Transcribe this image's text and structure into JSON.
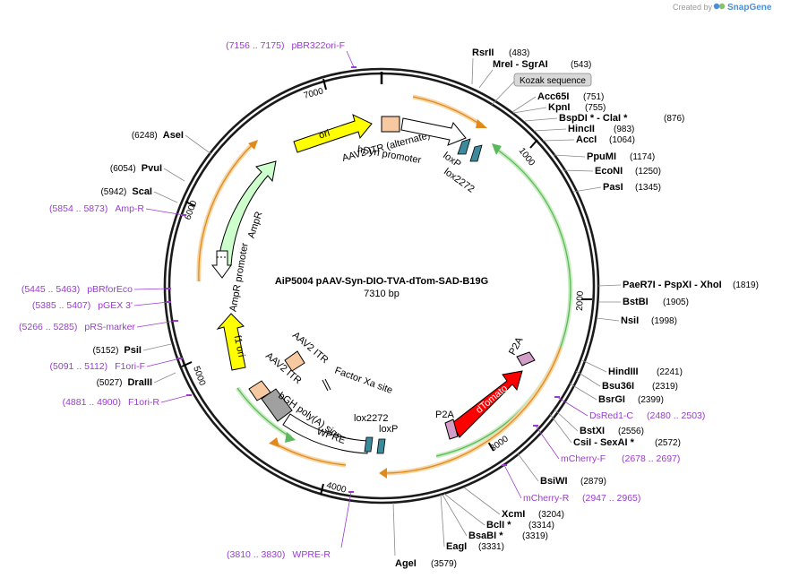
{
  "header": {
    "created_by": "Created by",
    "brand": "SnapGene"
  },
  "plasmid": {
    "name": "AiP5004 pAAV-Syn-DIO-TVA-dTom-SAD-B19G",
    "size": "7310 bp"
  },
  "ticks": [
    "1000",
    "2000",
    "3000",
    "4000",
    "5000",
    "6000",
    "7000"
  ],
  "sites": [
    {
      "id": "rsrii",
      "name": "RsrII",
      "pos": "(483)"
    },
    {
      "id": "mrei-sgrai",
      "name": "MreI  - SgrAI",
      "pos": "(543)"
    },
    {
      "id": "kozak",
      "name": "Kozak sequence"
    },
    {
      "id": "acc65i",
      "name": "Acc65I",
      "pos": "(751)"
    },
    {
      "id": "kpni",
      "name": "KpnI",
      "pos": "(755)"
    },
    {
      "id": "bspdi-clai",
      "name": "BspDI *  - ClaI *",
      "pos": "(876)"
    },
    {
      "id": "hincii",
      "name": "HincII",
      "pos": "(983)"
    },
    {
      "id": "acci",
      "name": "AccI",
      "pos": "(1064)"
    },
    {
      "id": "ppumi",
      "name": "PpuMI",
      "pos": "(1174)"
    },
    {
      "id": "econi",
      "name": "EcoNI",
      "pos": "(1250)"
    },
    {
      "id": "pasi",
      "name": "PasI",
      "pos": "(1345)"
    },
    {
      "id": "paer7i",
      "name": "PaeR7I  - PspXI  - XhoI",
      "pos": "(1819)"
    },
    {
      "id": "bstbi",
      "name": "BstBI",
      "pos": "(1905)"
    },
    {
      "id": "nsii",
      "name": "NsiI",
      "pos": "(1998)"
    },
    {
      "id": "hindiii",
      "name": "HindIII",
      "pos": "(2241)"
    },
    {
      "id": "bsu36i",
      "name": "Bsu36I",
      "pos": "(2319)"
    },
    {
      "id": "bsrgi",
      "name": "BsrGI",
      "pos": "(2399)"
    },
    {
      "id": "bstxi",
      "name": "BstXI",
      "pos": "(2556)"
    },
    {
      "id": "csii-sexai",
      "name": "CsiI  - SexAI *",
      "pos": "(2572)"
    },
    {
      "id": "bsiwi",
      "name": "BsiWI",
      "pos": "(2879)"
    },
    {
      "id": "xcmi",
      "name": "XcmI",
      "pos": "(3204)"
    },
    {
      "id": "bcli",
      "name": "BclI *",
      "pos": "(3314)"
    },
    {
      "id": "bsabi",
      "name": "BsaBI *",
      "pos": "(3319)"
    },
    {
      "id": "eagi",
      "name": "EagI",
      "pos": "(3331)"
    },
    {
      "id": "agei",
      "name": "AgeI",
      "pos": "(3579)"
    },
    {
      "id": "drai",
      "name": "DraIII",
      "pos": "(5027)"
    },
    {
      "id": "psii",
      "name": "PsiI",
      "pos": "(5152)"
    },
    {
      "id": "scai",
      "name": "ScaI",
      "pos": "(5942)"
    },
    {
      "id": "pvui",
      "name": "PvuI",
      "pos": "(6054)"
    },
    {
      "id": "asei",
      "name": "AseI",
      "pos": "(6248)"
    }
  ],
  "primers": [
    {
      "id": "pbr322ori-f",
      "name": "pBR322ori-F",
      "pos": "(7156 .. 7175)"
    },
    {
      "id": "amp-r",
      "name": "Amp-R",
      "pos": "(5854 .. 5873)"
    },
    {
      "id": "pbrforeco",
      "name": "pBRforEco",
      "pos": "(5445 .. 5463)"
    },
    {
      "id": "pgex3",
      "name": "pGEX 3'",
      "pos": "(5385 .. 5407)"
    },
    {
      "id": "prs-marker",
      "name": "pRS-marker",
      "pos": "(5266 .. 5285)"
    },
    {
      "id": "f1ori-f",
      "name": "F1ori-F",
      "pos": "(5091 .. 5112)"
    },
    {
      "id": "f1ori-r",
      "name": "F1ori-R",
      "pos": "(4881 .. 4900)"
    },
    {
      "id": "dsred1-c",
      "name": "DsRed1-C",
      "pos": "(2480 .. 2503)"
    },
    {
      "id": "mcherry-f",
      "name": "mCherry-F",
      "pos": "(2678 .. 2697)"
    },
    {
      "id": "mcherry-r",
      "name": "mCherry-R",
      "pos": "(2947 .. 2965)"
    },
    {
      "id": "wpre-r",
      "name": "WPRE-R",
      "pos": "(3810 .. 3830)"
    }
  ],
  "features": {
    "ori": "ori",
    "aav2_itr_alt": "AAV2 ITR (alternate)",
    "hsyn": "hSyn promoter",
    "loxp_top": "loxP",
    "lox2272_top": "lox2272",
    "ampr": "AmpR",
    "ampr_promoter": "AmpR promoter",
    "f1_ori": "f1 ori",
    "aav2_itr_a": "AAV2 ITR",
    "aav2_itr_b": "AAV2 ITR",
    "factor_xa": "Factor Xa site",
    "bgh": "bGH poly(A) signal",
    "wpre": "WPRE",
    "lox2272_bottom": "lox2272",
    "loxp_bottom": "loxP",
    "p2a_left": "P2A",
    "p2a_right": "P2A",
    "dtomato": "dTomato"
  },
  "colors": {
    "backbone": "#1a1a1a",
    "orange_arc": "#e08a1e",
    "green_arc": "#5cb85c",
    "ori": "#ffff00",
    "ampr": "#ccffcc",
    "dtomato": "#ff0000",
    "p2a": "#d29ec8",
    "lox": "#3c8a9c",
    "itr": "#f7c9a0",
    "bgh": "#a0a0a0",
    "primer": "#9b3bd0",
    "hsyn": "#ffffff"
  }
}
